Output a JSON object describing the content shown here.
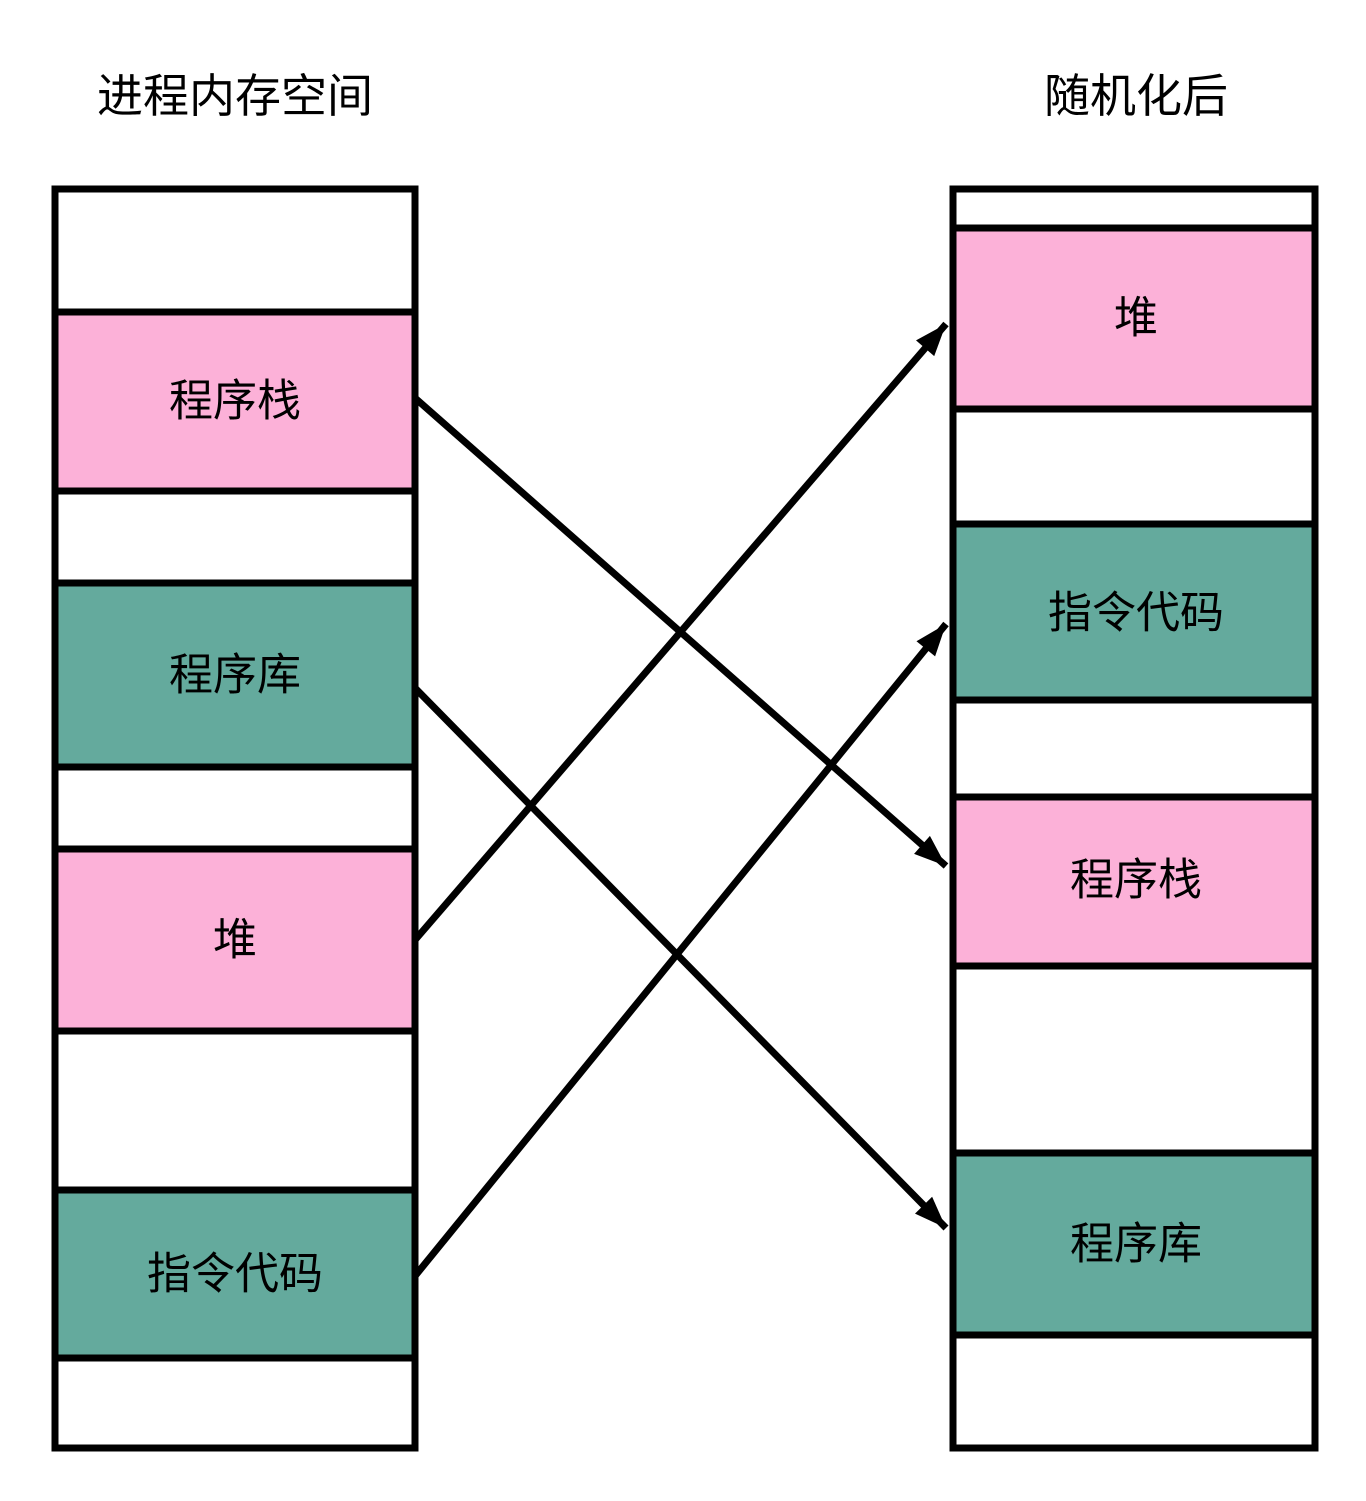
{
  "colors": {
    "pink": "#fcb1d8",
    "teal": "#64aa9d",
    "line": "#000000",
    "background": "#ffffff"
  },
  "left_column": {
    "title": "进程内存空间",
    "segments": [
      {
        "label": "",
        "color": "none"
      },
      {
        "label": "程序栈",
        "color": "pink"
      },
      {
        "label": "",
        "color": "none"
      },
      {
        "label": "程序库",
        "color": "teal"
      },
      {
        "label": "",
        "color": "none"
      },
      {
        "label": "堆",
        "color": "pink"
      },
      {
        "label": "",
        "color": "none"
      },
      {
        "label": "指令代码",
        "color": "teal"
      },
      {
        "label": "",
        "color": "none"
      }
    ]
  },
  "right_column": {
    "title": "随机化后",
    "segments": [
      {
        "label": "",
        "color": "none"
      },
      {
        "label": "堆",
        "color": "pink"
      },
      {
        "label": "",
        "color": "none"
      },
      {
        "label": "指令代码",
        "color": "teal"
      },
      {
        "label": "",
        "color": "none"
      },
      {
        "label": "程序栈",
        "color": "pink"
      },
      {
        "label": "",
        "color": "none"
      },
      {
        "label": "程序库",
        "color": "teal"
      },
      {
        "label": "",
        "color": "none"
      }
    ]
  },
  "arrows": [
    {
      "from": "程序栈 (进程内存空间)",
      "to": "程序栈 (随机化后)"
    },
    {
      "from": "程序库 (进程内存空间)",
      "to": "程序库 (随机化后)"
    },
    {
      "from": "堆 (进程内存空间)",
      "to": "堆 (随机化后)"
    },
    {
      "from": "指令代码 (进程内存空间)",
      "to": "指令代码 (随机化后)"
    }
  ]
}
